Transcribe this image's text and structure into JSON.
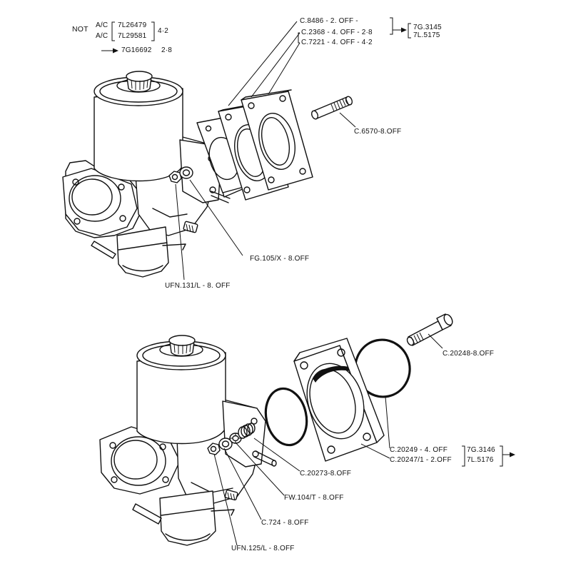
{
  "header": {
    "not_label": "NOT",
    "ac_1": "A/C",
    "part_1": "7L26479",
    "ac_2": "A/C",
    "part_2": "7L29581",
    "variant_42": "4·2",
    "part_3": "7G16692",
    "variant_28": "2·8"
  },
  "upper": {
    "gasket_1": "C.8486 - 2. OFF -",
    "gasket_2": "C.2368 - 4. OFF - 2·8",
    "gasket_3": "C.7221 - 4. OFF - 4·2",
    "ref_a": "7G.3145",
    "ref_b": "7L.5175",
    "stud": "C.6570-8.OFF",
    "washer": "FG.105/X - 8.OFF",
    "nut": "UFN.131/L - 8. OFF"
  },
  "lower": {
    "stud": "C.20248-8.OFF",
    "ring_1": "C.20249 - 4. OFF",
    "ring_2": "C.20247/1 - 2.OFF",
    "ref_a": "7G.3146",
    "ref_b": "7L.5176",
    "spring": "C.20273-8.OFF",
    "washer": "FW.104/T - 8.OFF",
    "plain_washer": "C.724 - 8.OFF",
    "nut": "UFN.125/L - 8.OFF"
  }
}
